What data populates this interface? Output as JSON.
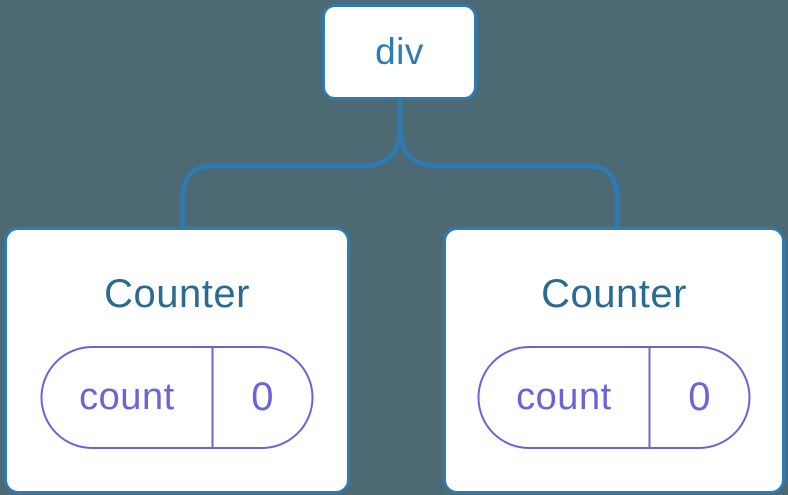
{
  "colors": {
    "background": "#4d6973",
    "line_blue": "#2d7bb1",
    "node_label_blue": "#2d7cb5",
    "title_blue": "#2a6b94",
    "state_indigo": "#6a63dd",
    "card_white": "#ffffff"
  },
  "tree": {
    "root": {
      "label": "div"
    },
    "children": [
      {
        "title": "Counter",
        "state": {
          "key": "count",
          "value": "0"
        }
      },
      {
        "title": "Counter",
        "state": {
          "key": "count",
          "value": "0"
        }
      }
    ]
  }
}
